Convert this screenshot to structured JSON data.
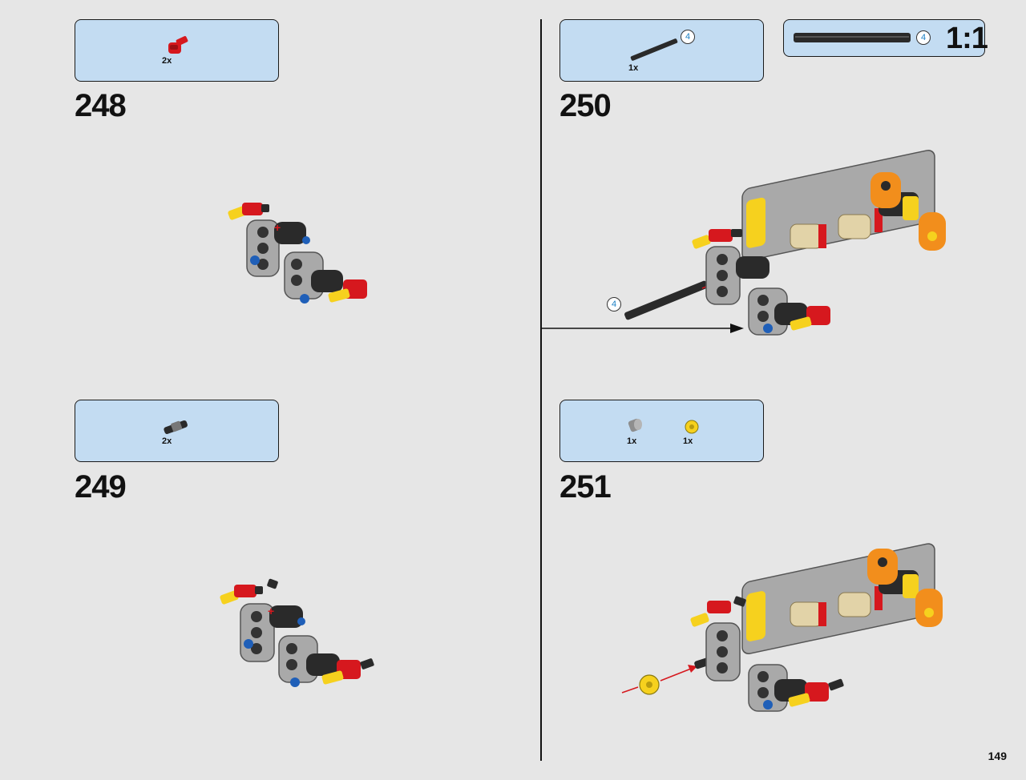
{
  "page": {
    "number": "149"
  },
  "scale_callout": {
    "ratio": "1:1",
    "length_badge": "4"
  },
  "steps": [
    {
      "number": "248",
      "parts": [
        {
          "name": "red-axle-pin-with-bush",
          "qty": "2x"
        }
      ]
    },
    {
      "number": "249",
      "parts": [
        {
          "name": "black-axle-connector",
          "qty": "2x"
        }
      ]
    },
    {
      "number": "250",
      "parts": [
        {
          "name": "black-axle-4",
          "qty": "1x",
          "badge": "4"
        }
      ],
      "callout_badge": "4"
    },
    {
      "number": "251",
      "parts": [
        {
          "name": "grey-bush",
          "qty": "1x"
        },
        {
          "name": "yellow-half-bush",
          "qty": "1x"
        }
      ]
    }
  ],
  "colors": {
    "parts_box_fill": "#c3dcf2",
    "red": "#d6181e",
    "yellow": "#f6d11e",
    "orange": "#f28e1c",
    "black": "#2a2a2a",
    "light_grey": "#a9a9a9",
    "tan": "#e2d3a8",
    "blue": "#1f5fb8"
  }
}
